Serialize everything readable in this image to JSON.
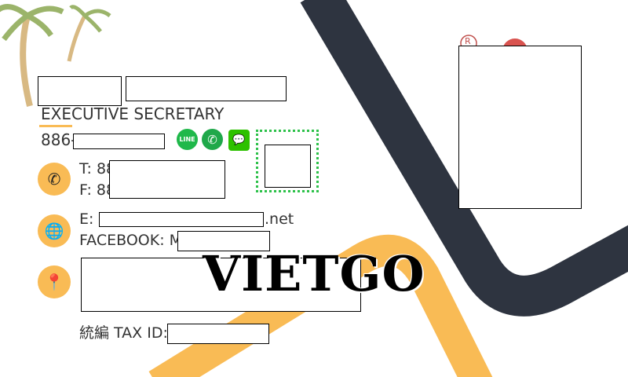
{
  "card": {
    "job_title": "EXECUTIVE SECRETARY",
    "mobile_prefix": "886-",
    "phone_prefix": "T: 88",
    "fax_prefix": "F: 88",
    "email_prefix": "E: ",
    "email_suffix": ".net",
    "facebook_prefix": "FACEBOOK: M",
    "tax_id_label": "統編 TAX ID:",
    "registered_mark": "R",
    "social": {
      "line": "LINE"
    }
  },
  "watermark": "VIETGO",
  "colors": {
    "accent": "#f9bb55",
    "dark": "#2e3440",
    "green": "#1fb84a"
  }
}
